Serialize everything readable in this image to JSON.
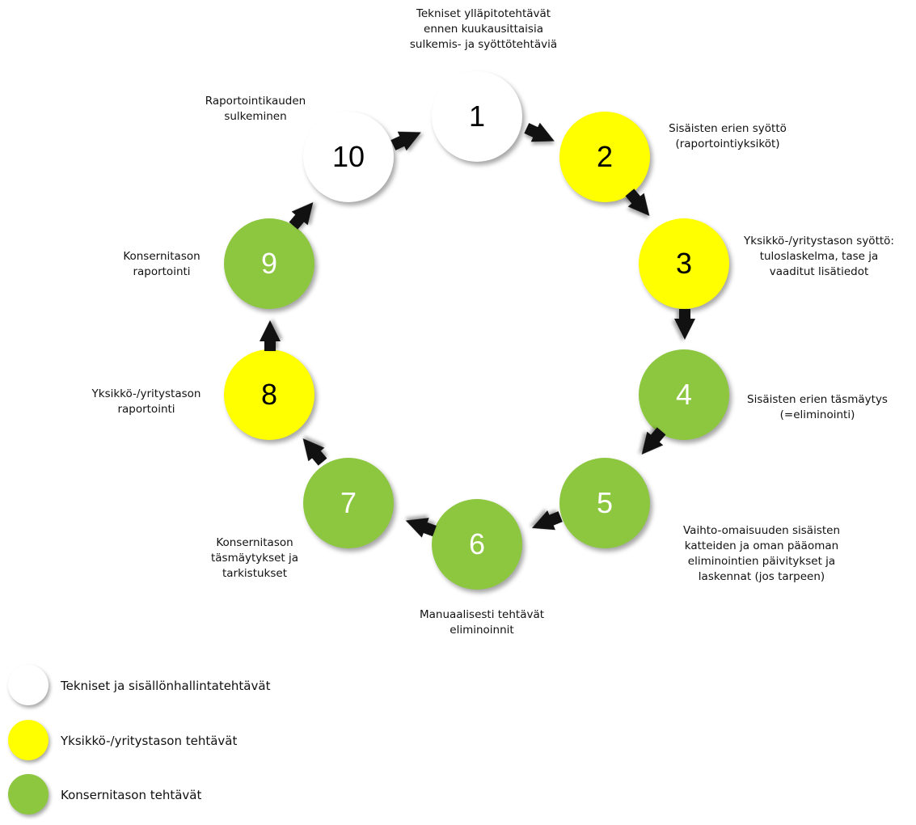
{
  "colors": {
    "technical": "#ffffff",
    "unit_level": "#ffff00",
    "group_level": "#8dc63f"
  },
  "steps": [
    {
      "number": "1",
      "category": "technical",
      "label_lines": [
        "Tekniset ylläpitotehtävät",
        "ennen kuukausittaisia",
        "sulkemis- ja syöttötehtäviä"
      ]
    },
    {
      "number": "2",
      "category": "unit_level",
      "label_lines": [
        "Sisäisten erien syöttö",
        "(raportointiyksiköt)"
      ]
    },
    {
      "number": "3",
      "category": "unit_level",
      "label_lines": [
        "Yksikkö-/yritystason syöttö:",
        "tuloslaskelma, tase ja",
        "vaaditut lisätiedot"
      ]
    },
    {
      "number": "4",
      "category": "group_level",
      "label_lines": [
        "Sisäisten erien täsmäytys",
        "(=eliminointi)"
      ]
    },
    {
      "number": "5",
      "category": "group_level",
      "label_lines": [
        "Vaihto-omaisuuden sisäisten",
        "katteiden ja oman pääoman",
        "eliminointien päivitykset ja",
        "laskennat (jos tarpeen)"
      ]
    },
    {
      "number": "6",
      "category": "group_level",
      "label_lines": [
        "Manuaalisesti tehtävät",
        "eliminoinnit"
      ]
    },
    {
      "number": "7",
      "category": "group_level",
      "label_lines": [
        "Konsernitason",
        "täsmäytykset ja",
        "tarkistukset"
      ]
    },
    {
      "number": "8",
      "category": "unit_level",
      "label_lines": [
        "Yksikkö-/yritystason",
        "raportointi"
      ]
    },
    {
      "number": "9",
      "category": "group_level",
      "label_lines": [
        "Konsernitason",
        "raportointi"
      ]
    },
    {
      "number": "10",
      "category": "technical",
      "label_lines": [
        "Raportointikauden",
        "sulkeminen"
      ]
    }
  ],
  "legend": [
    {
      "category": "technical",
      "text": "Tekniset ja sisällönhallintatehtävät"
    },
    {
      "category": "unit_level",
      "text": "Yksikkö-/yritystason tehtävät"
    },
    {
      "category": "group_level",
      "text": "Konsernitason tehtävät"
    }
  ]
}
